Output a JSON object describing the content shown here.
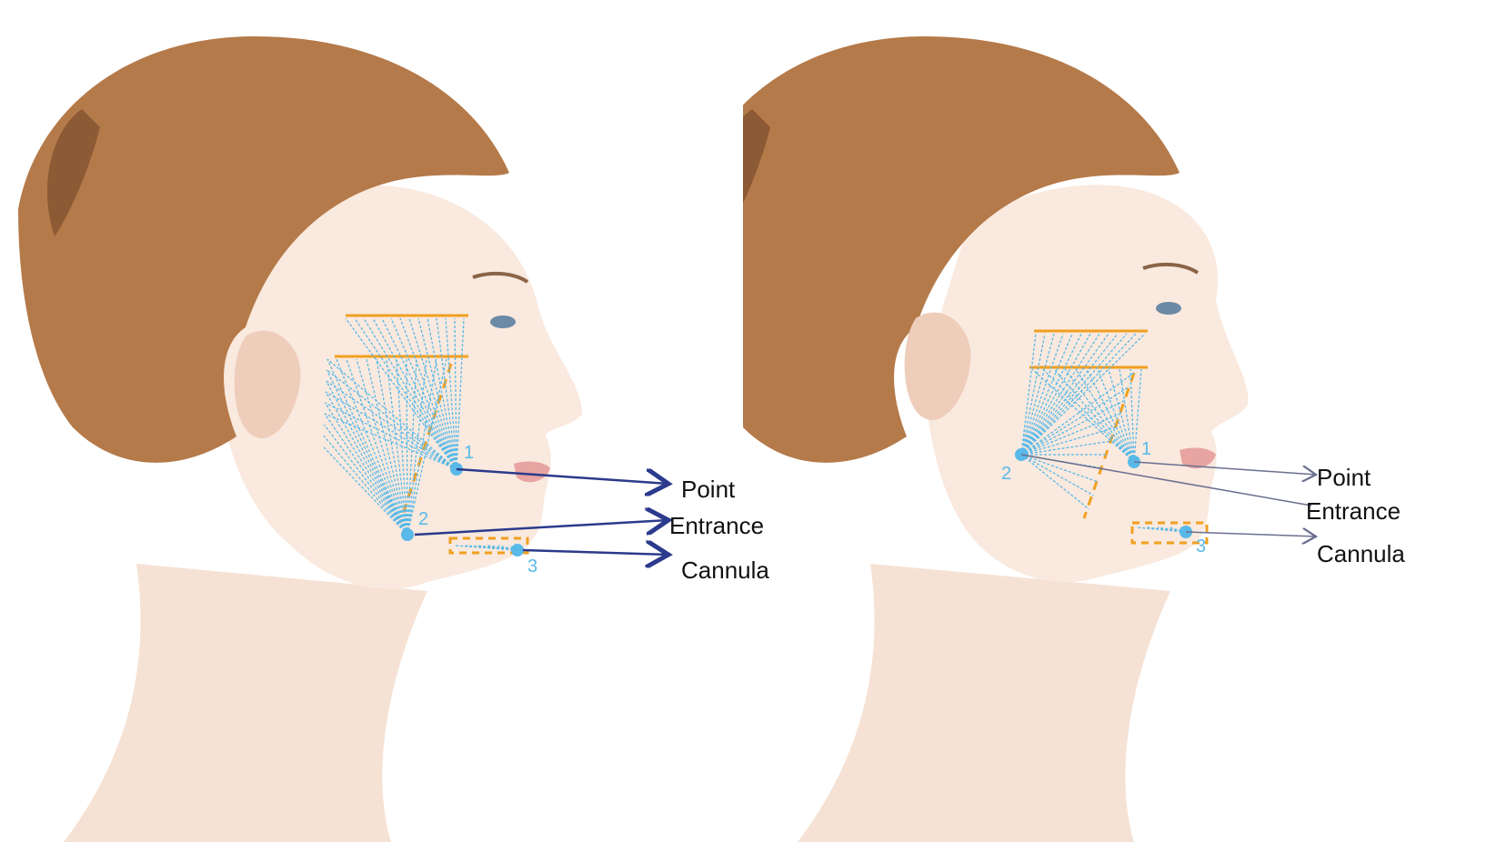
{
  "left_figure": {
    "labels": {
      "point": "Point",
      "entrance": "Entrance",
      "cannula": "Cannula"
    },
    "entry_points": [
      "1",
      "2",
      "3"
    ]
  },
  "right_figure": {
    "labels": {
      "point": "Point",
      "entrance": "Entrance",
      "cannula": "Cannula"
    },
    "entry_points": [
      "1",
      "2",
      "3"
    ]
  },
  "colors": {
    "hair": "#b57a4a",
    "skin": "#f7e3d6",
    "fan_lines": "#59b9e8",
    "guide_lines": "#f0a020",
    "arrows": "#2b3a8c"
  }
}
